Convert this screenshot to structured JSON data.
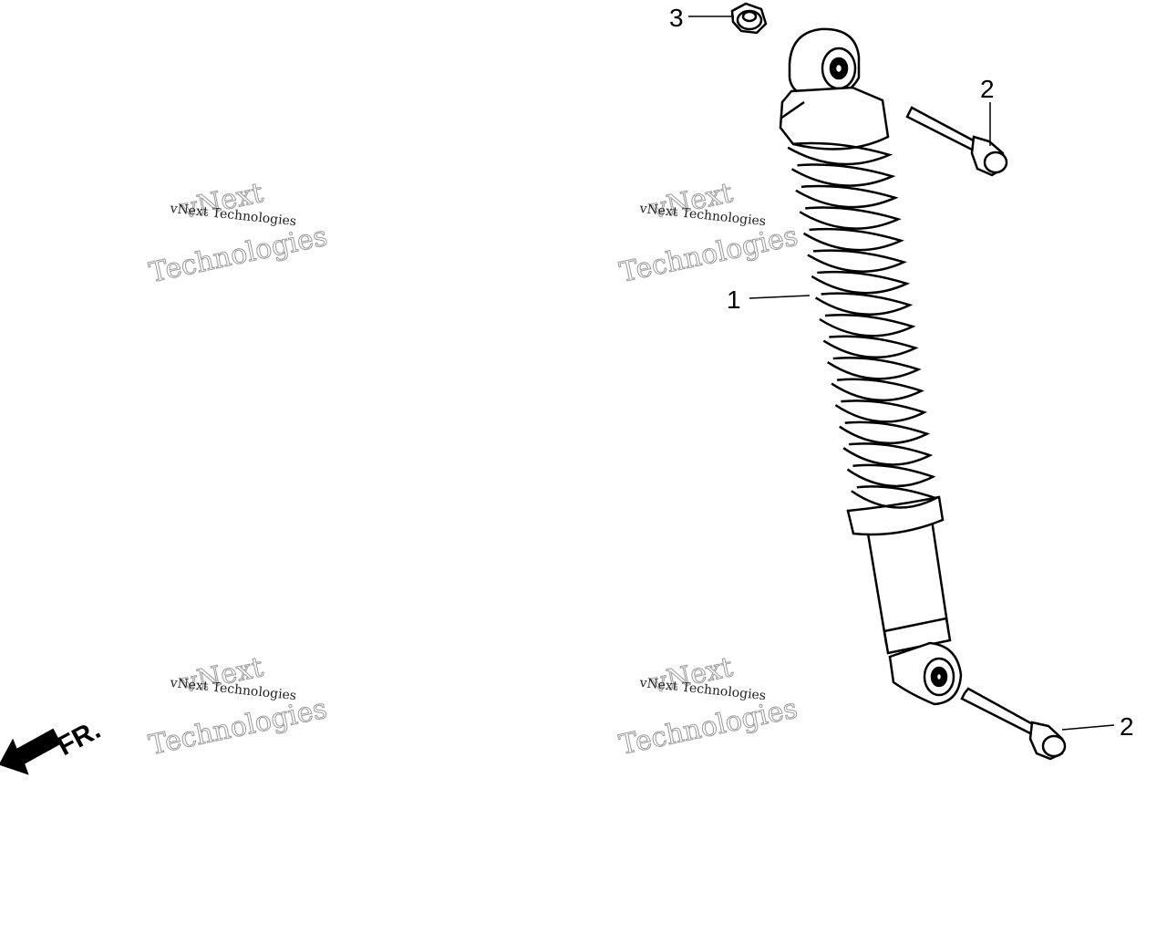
{
  "callouts": {
    "shock_absorber": "1",
    "bolt_upper": "2",
    "bolt_lower": "2",
    "nut": "3"
  },
  "direction": {
    "label": "FR.",
    "icon": "front-direction-arrow-icon"
  },
  "watermark": {
    "line1": "vNext Technologies",
    "line2": "vNext",
    "line3": "Technologies"
  },
  "colors": {
    "line": "#000000",
    "background": "#ffffff",
    "watermark": "#9a9a9a"
  }
}
